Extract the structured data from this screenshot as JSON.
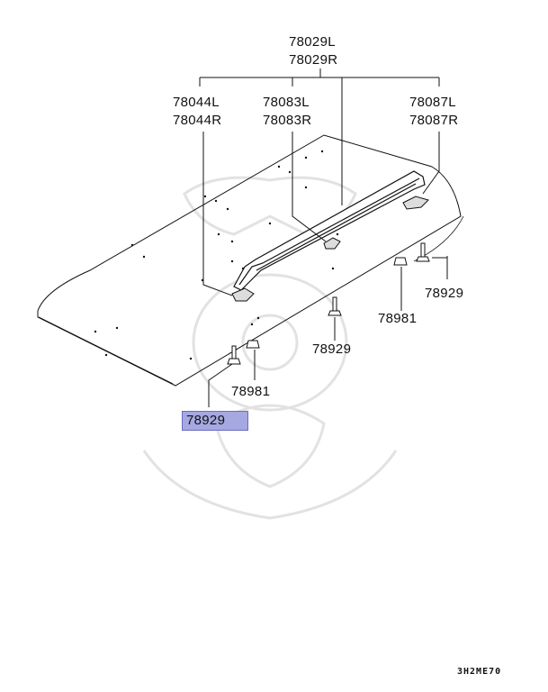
{
  "callouts": {
    "roof_rail_l": "78029L",
    "roof_rail_r": "78029R",
    "front_cover_l": "78044L",
    "front_cover_r": "78044R",
    "center_cover_l": "78083L",
    "center_cover_r": "78083R",
    "rear_cover_l": "78087L",
    "rear_cover_r": "78087R",
    "bolt_right": "78929",
    "nut_right": "78981",
    "bolt_center": "78929",
    "nut_left": "78981",
    "bolt_left_highlighted": "78929"
  },
  "diagram_code": "3H2ME70",
  "colors": {
    "highlight": "#a6a8e2",
    "line": "#111111",
    "watermark": "#dedede"
  }
}
